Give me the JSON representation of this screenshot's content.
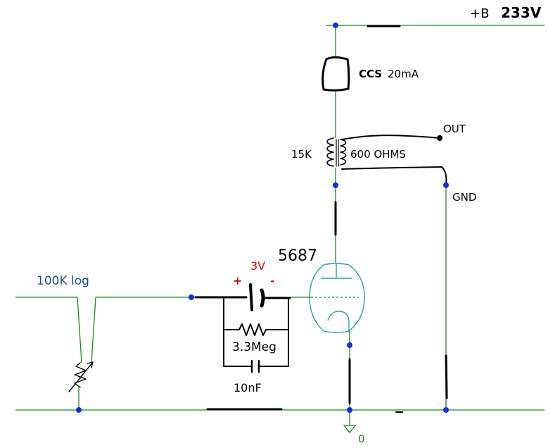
{
  "supply": {
    "prefix": "+B",
    "value": "233V"
  },
  "ccs": {
    "name": "CCS",
    "value": "20mA"
  },
  "transformer": {
    "primary": "15K",
    "secondary": "600 OHMS"
  },
  "output": {
    "out": "OUT",
    "gnd": "GND"
  },
  "tube": {
    "part": "5687"
  },
  "bias_battery": {
    "voltage": "3V",
    "plus": "+",
    "minus": "-"
  },
  "resistor": {
    "value": "3.3Meg"
  },
  "capacitor": {
    "value": "10nF"
  },
  "pot": {
    "value": "100K log"
  },
  "ground_symbol": {
    "label": "0"
  },
  "colors": {
    "wire": "#1a8a1a",
    "node": "#1030e0",
    "tube": "#2aa3a3",
    "pot_label": "#1a4f8f",
    "bias_label": "#d01010"
  }
}
